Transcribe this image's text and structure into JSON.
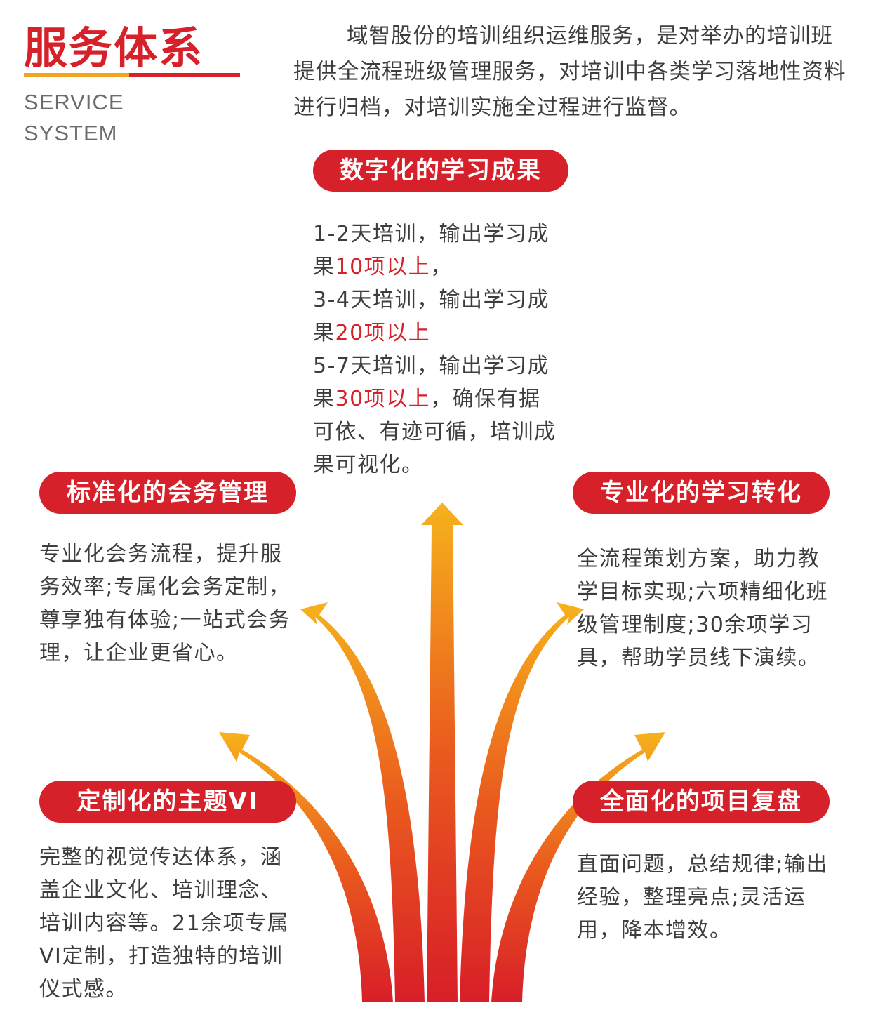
{
  "header": {
    "title": "服务体系",
    "subtitle_line1": "SERVICE",
    "subtitle_line2": "SYSTEM",
    "intro": "域智股份的培训组织运维服务，是对举办的培训班提供全流程班级管理服务，对培训中各类学习落地性资料进行归档，对培训实施全过程进行监督。"
  },
  "sections": {
    "digital": {
      "label": "数字化的学习成果",
      "l1": "1-2天培训，输出学习成",
      "l2a": "果",
      "l2b": "10项以上",
      "l2c": "，",
      "l3": "3-4天培训，输出学习成",
      "l4a": "果",
      "l4b": "20项以上",
      "l5": "5-7天培训，输出学习成",
      "l6a": "果",
      "l6b": "30项以上",
      "l6c": "，确保有据",
      "l7": "可依、有迹可循，培训成",
      "l8": "果可视化。"
    },
    "standard": {
      "label": "标准化的会务管理",
      "text": "专业化会务流程，提升服务效率;专属化会务定制，尊享独有体验;一站式会务理，让企业更省心。"
    },
    "professional": {
      "label": "专业化的学习转化",
      "text": "全流程策划方案，助力教学目标实现;六项精细化班级管理制度;30余项学习具，帮助学员线下演续。"
    },
    "custom": {
      "label": "定制化的主题VI",
      "text": "完整的视觉传达体系，涵盖企业文化、培训理念、培训内容等。21余项专属VI定制，打造独特的培训仪式感。"
    },
    "review": {
      "label": "全面化的项目复盘",
      "text": "直面问题，总结规律;输出经验，整理亮点;灵活运用，降本增效。"
    }
  },
  "colors": {
    "brand_red": "#d6202a",
    "accent_orange": "#f2a51c",
    "text": "#3d3d3d"
  }
}
